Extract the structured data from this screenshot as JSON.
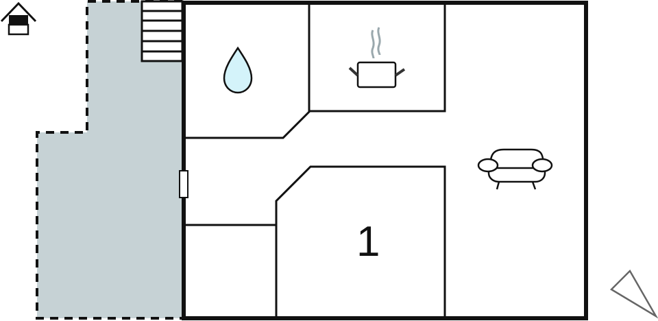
{
  "floorplan": {
    "colors": {
      "wall": "#111111",
      "terrace_fill": "#c6d2d5",
      "water_fill": "#d4f3fa",
      "steam": "#9aa8ad",
      "compass": "#666666",
      "background": "#ffffff"
    },
    "rooms": [
      {
        "id": "bathroom",
        "icon": "water-drop-icon"
      },
      {
        "id": "kitchen",
        "icon": "cooking-pot-icon"
      },
      {
        "id": "living-room",
        "icon": "armchair-icon"
      },
      {
        "id": "bedroom-1",
        "label": "1"
      },
      {
        "id": "storage-room"
      },
      {
        "id": "hallway"
      }
    ],
    "bedroom_label": "1",
    "legend_icons": [
      "house-garage-icon",
      "north-arrow-icon"
    ],
    "stairs_steps": 6
  }
}
